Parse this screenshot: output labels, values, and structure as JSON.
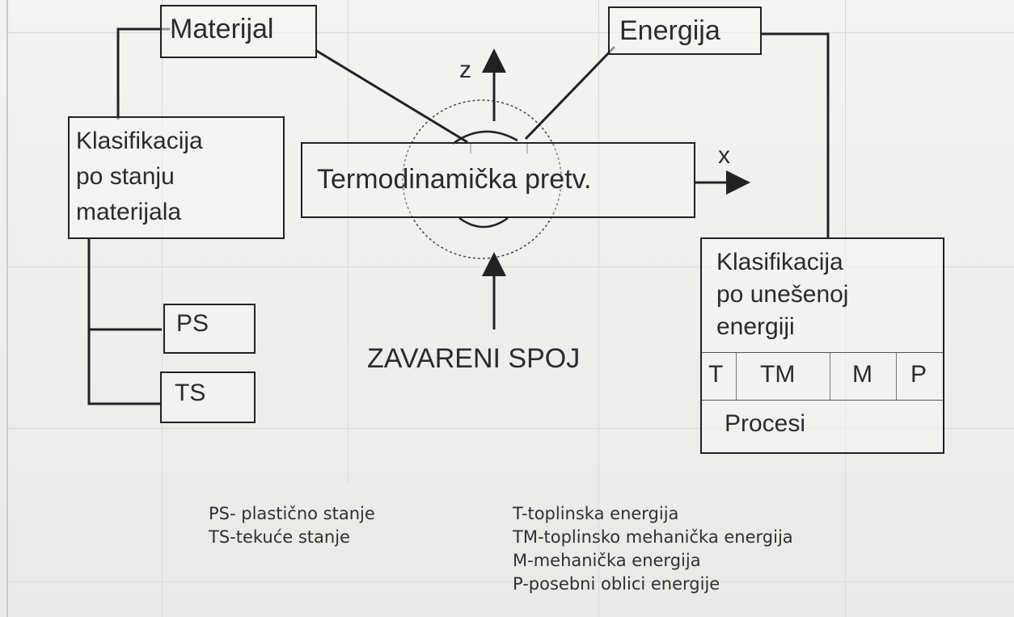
{
  "diagram": {
    "top_left_box": "Materijal",
    "top_right_box": "Energija",
    "center_box": "Termodinamička pretv.",
    "axis_z": "z",
    "axis_x": "x",
    "bottom_label": "ZAVARENI SPOJ",
    "left_class_box": {
      "line1": "Klasifikacija",
      "line2": "po stanju",
      "line3": "materijala"
    },
    "state_boxes": [
      "PS",
      "TS"
    ],
    "right_class_box": {
      "line1": "Klasifikacija",
      "line2": "po unešenoj",
      "line3": "energiji",
      "cells": [
        "T",
        "TM",
        "M",
        "P"
      ],
      "footer": "Procesi"
    }
  },
  "legend": {
    "left": [
      "PS- plastično stanje",
      "TS-tekuće stanje"
    ],
    "right": [
      "T-toplinska energija",
      "TM-toplinsko mehanička energija",
      "M-mehanička energija",
      "P-posebni oblici energije"
    ]
  },
  "colors": {
    "line": "#222222",
    "paper": "#efefed",
    "text": "#2b2b2b"
  }
}
